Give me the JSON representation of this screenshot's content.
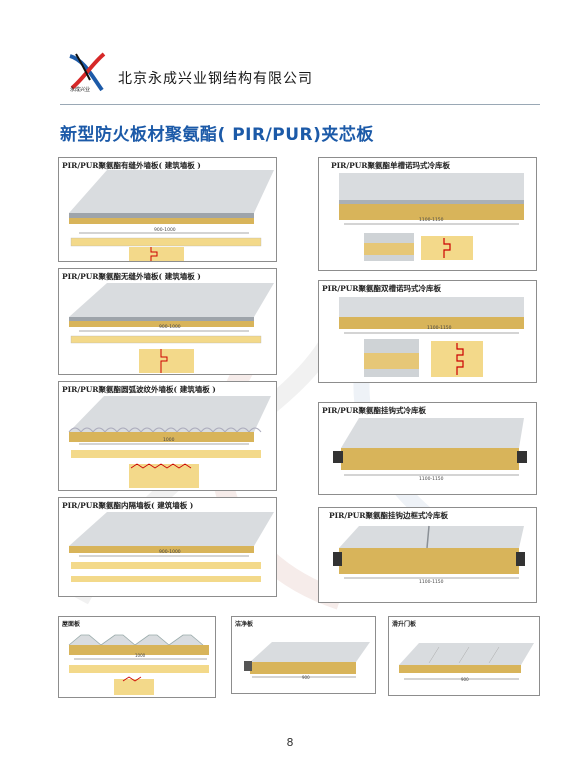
{
  "header": {
    "company": "北京永成兴业钢结构有限公司",
    "logo_text": "永成兴业"
  },
  "headline": "新型防火板材聚氨酯( PIR/PUR)夹芯板",
  "left_products": [
    {
      "caption": "PIR/PUR聚氨酯有缝外墙板( 建筑墙板 )",
      "dim": "900-1000"
    },
    {
      "caption": "PIR/PUR聚氨酯无缝外墙板( 建筑墙板 )",
      "dim": "900-1000"
    },
    {
      "caption": "PIR/PUR聚氨酯圆弧波纹外墙板( 建筑墙板 )",
      "dim": "1000"
    },
    {
      "caption": "PIR/PUR聚氨酯内隔墙板( 建筑墙板 )",
      "dim": "900-1000"
    }
  ],
  "right_products": [
    {
      "caption": "PIR/PUR聚氨酯单槽诺玛式冷库板",
      "dim": "1100-1150"
    },
    {
      "caption": "PIR/PUR聚氨酯双槽诺玛式冷库板",
      "dim": "1100-1150"
    },
    {
      "caption": "PIR/PUR聚氨酯挂钩式冷库板",
      "dim": "1100-1150"
    },
    {
      "caption": "PIR/PUR聚氨酯挂钩边框式冷库板",
      "dim": "1100-1150"
    }
  ],
  "bottom_products": [
    {
      "caption": "屋面板",
      "dim": "1000"
    },
    {
      "caption": "洁净板",
      "dim": "900"
    },
    {
      "caption": "滑升门板",
      "dim": "900"
    }
  ],
  "page_number": "8",
  "colors": {
    "accent": "#1c5aa8",
    "foam": "#f3d98a",
    "core": "#d8b45a",
    "metal": "#d9dcdf"
  }
}
